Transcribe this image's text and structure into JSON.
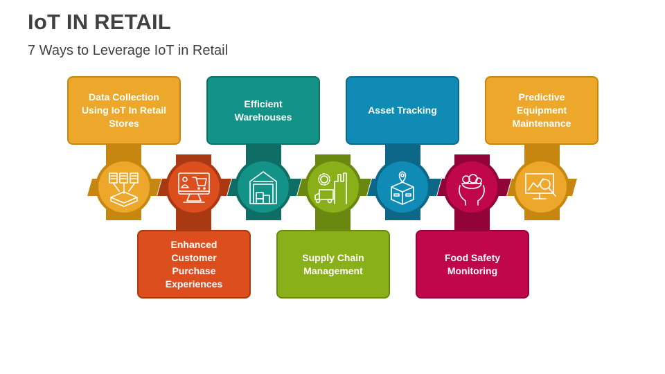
{
  "header": {
    "title": "IoT IN RETAIL",
    "subtitle": "7 Ways to Leverage IoT in Retail"
  },
  "items": [
    {
      "label": "Data Collection Using IoT In Retail Stores",
      "icon": "data-collection-icon",
      "position": "top",
      "fill": "#EDA82B",
      "dark": "#C6860F"
    },
    {
      "label": "Enhanced Customer Purchase Experiences",
      "icon": "online-shopping-icon",
      "position": "bottom",
      "fill": "#DC4E1E",
      "dark": "#A93912"
    },
    {
      "label": "Efficient Warehouses",
      "icon": "warehouse-icon",
      "position": "top",
      "fill": "#139387",
      "dark": "#0E6E65"
    },
    {
      "label": "Supply Chain Management",
      "icon": "supply-chain-icon",
      "position": "bottom",
      "fill": "#8AB019",
      "dark": "#6A8710"
    },
    {
      "label": "Asset Tracking",
      "icon": "asset-tracking-icon",
      "position": "top",
      "fill": "#0F8BB5",
      "dark": "#0C6788"
    },
    {
      "label": "Food Safety Monitoring",
      "icon": "food-safety-icon",
      "position": "bottom",
      "fill": "#C0074C",
      "dark": "#920438"
    },
    {
      "label": "Predictive Equipment Maintenance",
      "icon": "predictive-maintenance-icon",
      "position": "top",
      "fill": "#EDA82B",
      "dark": "#C6860F"
    }
  ]
}
